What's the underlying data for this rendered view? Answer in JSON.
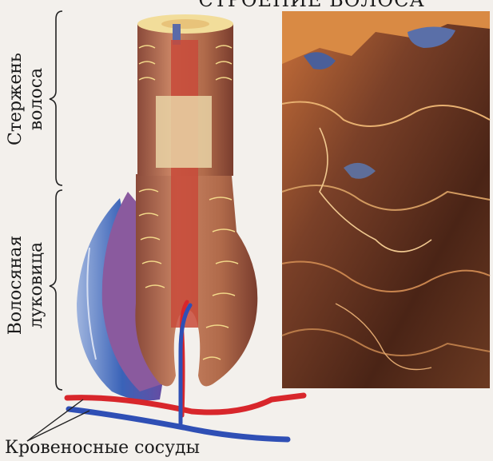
{
  "title": "СТРОЕНИЕ ВОЛОСА",
  "labels": {
    "shaft": "Стержень волоса",
    "bulb": "Волосяная луковица",
    "vessels": "Кровеносные сосуды"
  },
  "colors": {
    "background": "#f3f0ec",
    "hair_shaft": "#b06a4a",
    "hair_cuticle": "#f0d27a",
    "follicle_sheath": "#3a63b8",
    "artery": "#d8262b",
    "vein": "#2f4fb5",
    "micrograph_base": "#6a3a22"
  },
  "icons": [
    "hair-follicle-illustration",
    "hair-cuticle-micrograph",
    "blood-vessels"
  ]
}
